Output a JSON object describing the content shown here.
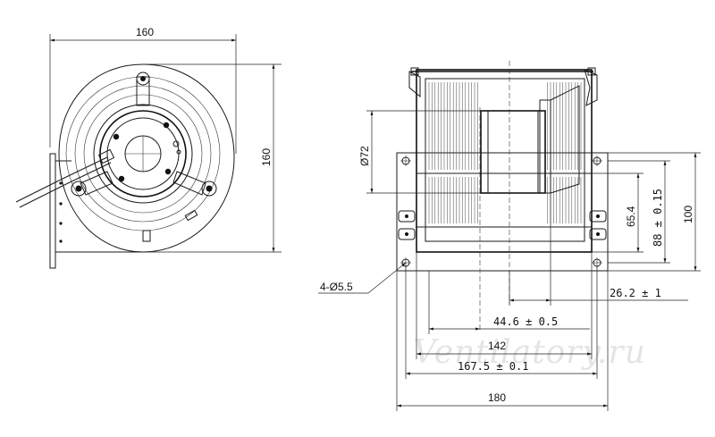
{
  "watermark": "Ventilatory.ru",
  "front_view": {
    "width_dim": "160",
    "height_dim": "160"
  },
  "side_view": {
    "diameter_dim": "Ø72",
    "holes_dim": "4-Ø5.5",
    "dim_65_4": "65.4",
    "dim_88": "88 ± 0.15",
    "dim_100": "100",
    "dim_26_2": "26.2  ± 1",
    "dim_44_6": "44.6  ± 0.5",
    "dim_142": "142",
    "dim_167_5": "167.5  ± 0.1",
    "dim_180": "180"
  }
}
